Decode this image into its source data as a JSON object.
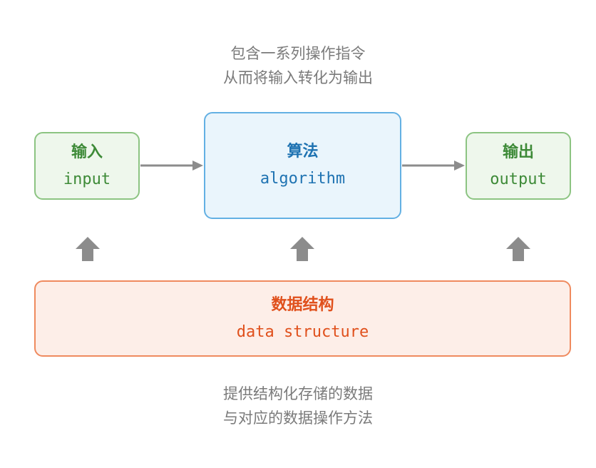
{
  "caption_top": {
    "line1": "包含一系列操作指令",
    "line2": "从而将输入转化为输出"
  },
  "input_box": {
    "title": "输入",
    "subtitle": "input"
  },
  "algorithm_box": {
    "title": "算法",
    "subtitle": "algorithm"
  },
  "output_box": {
    "title": "输出",
    "subtitle": "output"
  },
  "data_structure_box": {
    "title": "数据结构",
    "subtitle": "data structure"
  },
  "caption_bottom": {
    "line1": "提供结构化存储的数据",
    "line2": "与对应的数据操作方法"
  },
  "colors": {
    "caption": "#7a7a7a",
    "green_fill": "#eef7ec",
    "green_border": "#8cc482",
    "green_text": "#3d8a37",
    "blue_fill": "#eaf5fc",
    "blue_border": "#63b0e3",
    "blue_text": "#1f73b2",
    "orange_fill": "#fdeee8",
    "orange_border": "#ef8a5e",
    "orange_text": "#e0501c",
    "arrow": "#8c8c8c"
  },
  "icons": {
    "horizontal_arrow": "arrow-right-icon",
    "vertical_arrow": "arrow-up-icon"
  }
}
